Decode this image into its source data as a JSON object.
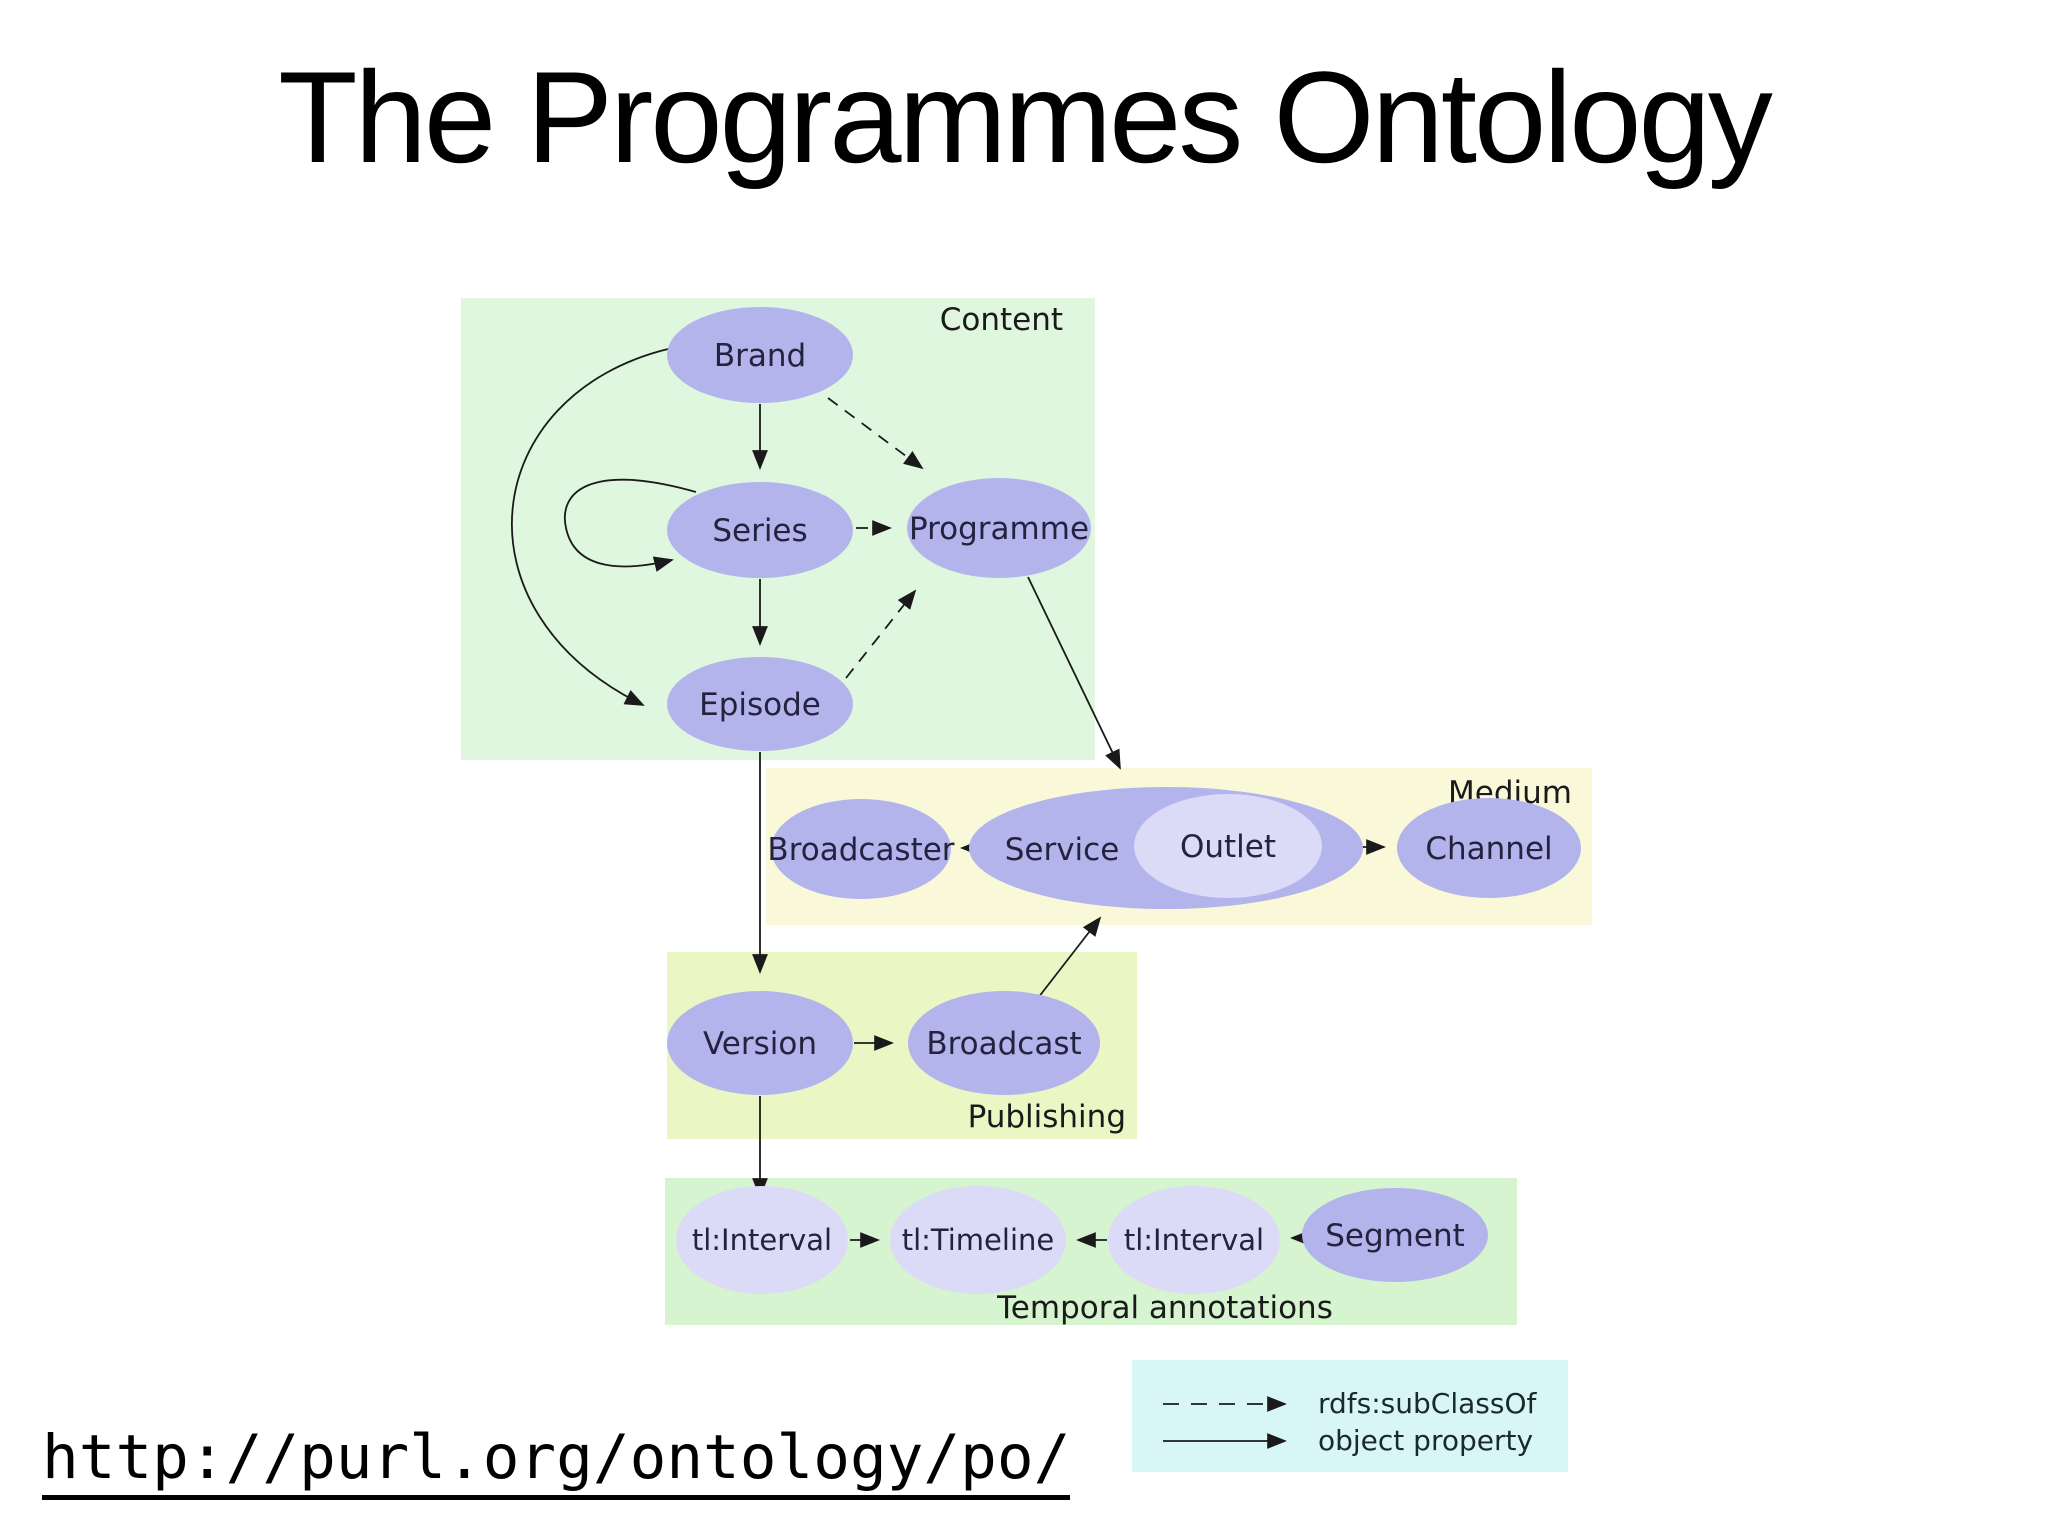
{
  "title": "The Programmes Ontology",
  "link": {
    "url": "http://purl.org/ontology/po/"
  },
  "groups": {
    "content": {
      "label": "Content"
    },
    "medium": {
      "label": "Medium"
    },
    "publishing": {
      "label": "Publishing"
    },
    "temporal": {
      "label": "Temporal annotations"
    }
  },
  "nodes": {
    "brand": {
      "label": "Brand"
    },
    "series": {
      "label": "Series"
    },
    "episode": {
      "label": "Episode"
    },
    "programme": {
      "label": "Programme"
    },
    "broadcaster": {
      "label": "Broadcaster"
    },
    "service": {
      "label": "Service"
    },
    "outlet": {
      "label": "Outlet"
    },
    "channel": {
      "label": "Channel"
    },
    "version": {
      "label": "Version"
    },
    "broadcast": {
      "label": "Broadcast"
    },
    "interval1": {
      "label": "tl:Interval"
    },
    "timeline": {
      "label": "tl:Timeline"
    },
    "interval2": {
      "label": "tl:Interval"
    },
    "segment": {
      "label": "Segment"
    }
  },
  "legend": {
    "subclass": "rdfs:subClassOf",
    "object_property": "object property"
  },
  "edges": [
    {
      "from": "Brand",
      "to": "Series",
      "type": "object property"
    },
    {
      "from": "Brand",
      "to": "Episode",
      "type": "object property"
    },
    {
      "from": "Series",
      "to": "Series",
      "type": "object property"
    },
    {
      "from": "Series",
      "to": "Episode",
      "type": "object property"
    },
    {
      "from": "Brand",
      "to": "Programme",
      "type": "rdfs:subClassOf"
    },
    {
      "from": "Series",
      "to": "Programme",
      "type": "rdfs:subClassOf"
    },
    {
      "from": "Episode",
      "to": "Programme",
      "type": "rdfs:subClassOf"
    },
    {
      "from": "Programme",
      "to": "Service",
      "type": "object property"
    },
    {
      "from": "Service",
      "to": "Broadcaster",
      "type": "object property"
    },
    {
      "from": "Outlet",
      "to": "Channel",
      "type": "object property"
    },
    {
      "from": "Episode",
      "to": "Version",
      "type": "object property"
    },
    {
      "from": "Version",
      "to": "Broadcast",
      "type": "object property"
    },
    {
      "from": "Broadcast",
      "to": "Service",
      "type": "object property"
    },
    {
      "from": "Version",
      "to": "tl:Interval",
      "type": "object property"
    },
    {
      "from": "tl:Interval",
      "to": "tl:Timeline",
      "type": "object property"
    },
    {
      "from": "tl:Interval (2)",
      "to": "tl:Timeline",
      "type": "object property"
    },
    {
      "from": "Segment",
      "to": "tl:Interval (2)",
      "type": "object property"
    }
  ],
  "colors": {
    "node_fill": "#b3b4ec",
    "node_fill_light": "#dbdbf8",
    "content_bg": "#e0f7df",
    "medium_bg": "#f9f9d9",
    "publishing_bg": "#eaf6c3",
    "temporal_bg": "#d5f4cf",
    "legend_bg": "#d9f6f7"
  }
}
